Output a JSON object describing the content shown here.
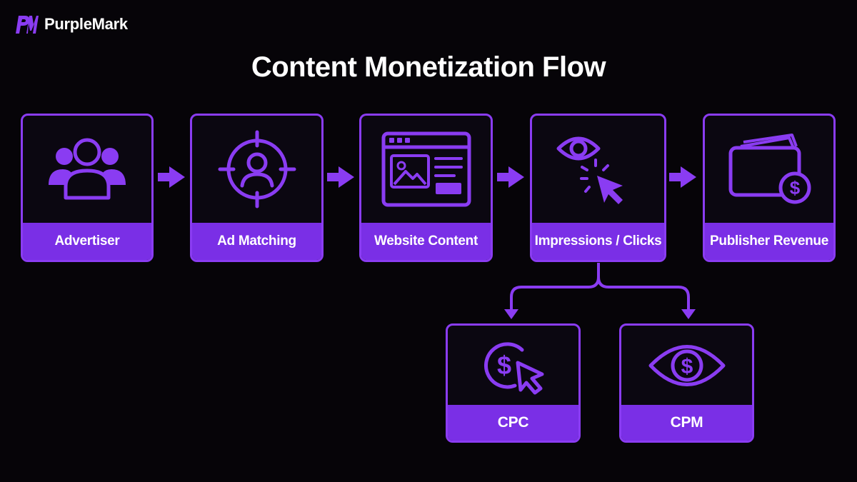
{
  "brand": {
    "name": "PurpleMark",
    "logo_text": "PM"
  },
  "title": "Content Monetization Flow",
  "colors": {
    "background": "#060408",
    "accent": "#8a3cf2",
    "label_bg": "#7a2fe6",
    "text": "#ffffff"
  },
  "nodes": [
    {
      "label": "Advertiser",
      "icon": "users-group-icon"
    },
    {
      "label": "Ad Matching",
      "icon": "target-user-icon"
    },
    {
      "label": "Website Content",
      "icon": "webpage-icon"
    },
    {
      "label": "Impressions / Clicks",
      "icon": "eye-click-icon"
    },
    {
      "label": "Publisher Revenue",
      "icon": "wallet-dollar-icon"
    }
  ],
  "branches": [
    {
      "label": "CPC",
      "icon": "dollar-cursor-icon"
    },
    {
      "label": "CPM",
      "icon": "eye-dollar-icon"
    }
  ]
}
